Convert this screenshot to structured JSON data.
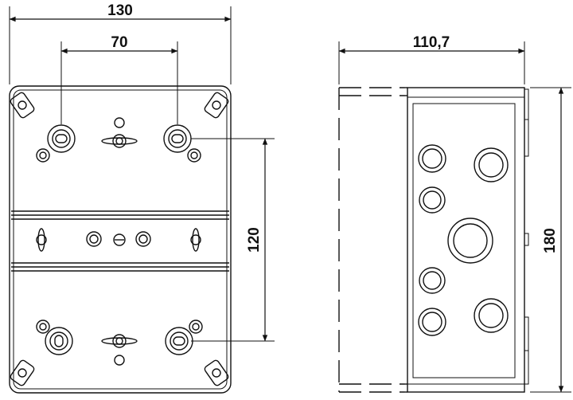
{
  "front_view": {
    "width_dim": "130",
    "mounting_width_dim": "70",
    "mounting_height_dim": "120"
  },
  "side_view": {
    "depth_dim": "110,7",
    "height_dim": "180"
  }
}
